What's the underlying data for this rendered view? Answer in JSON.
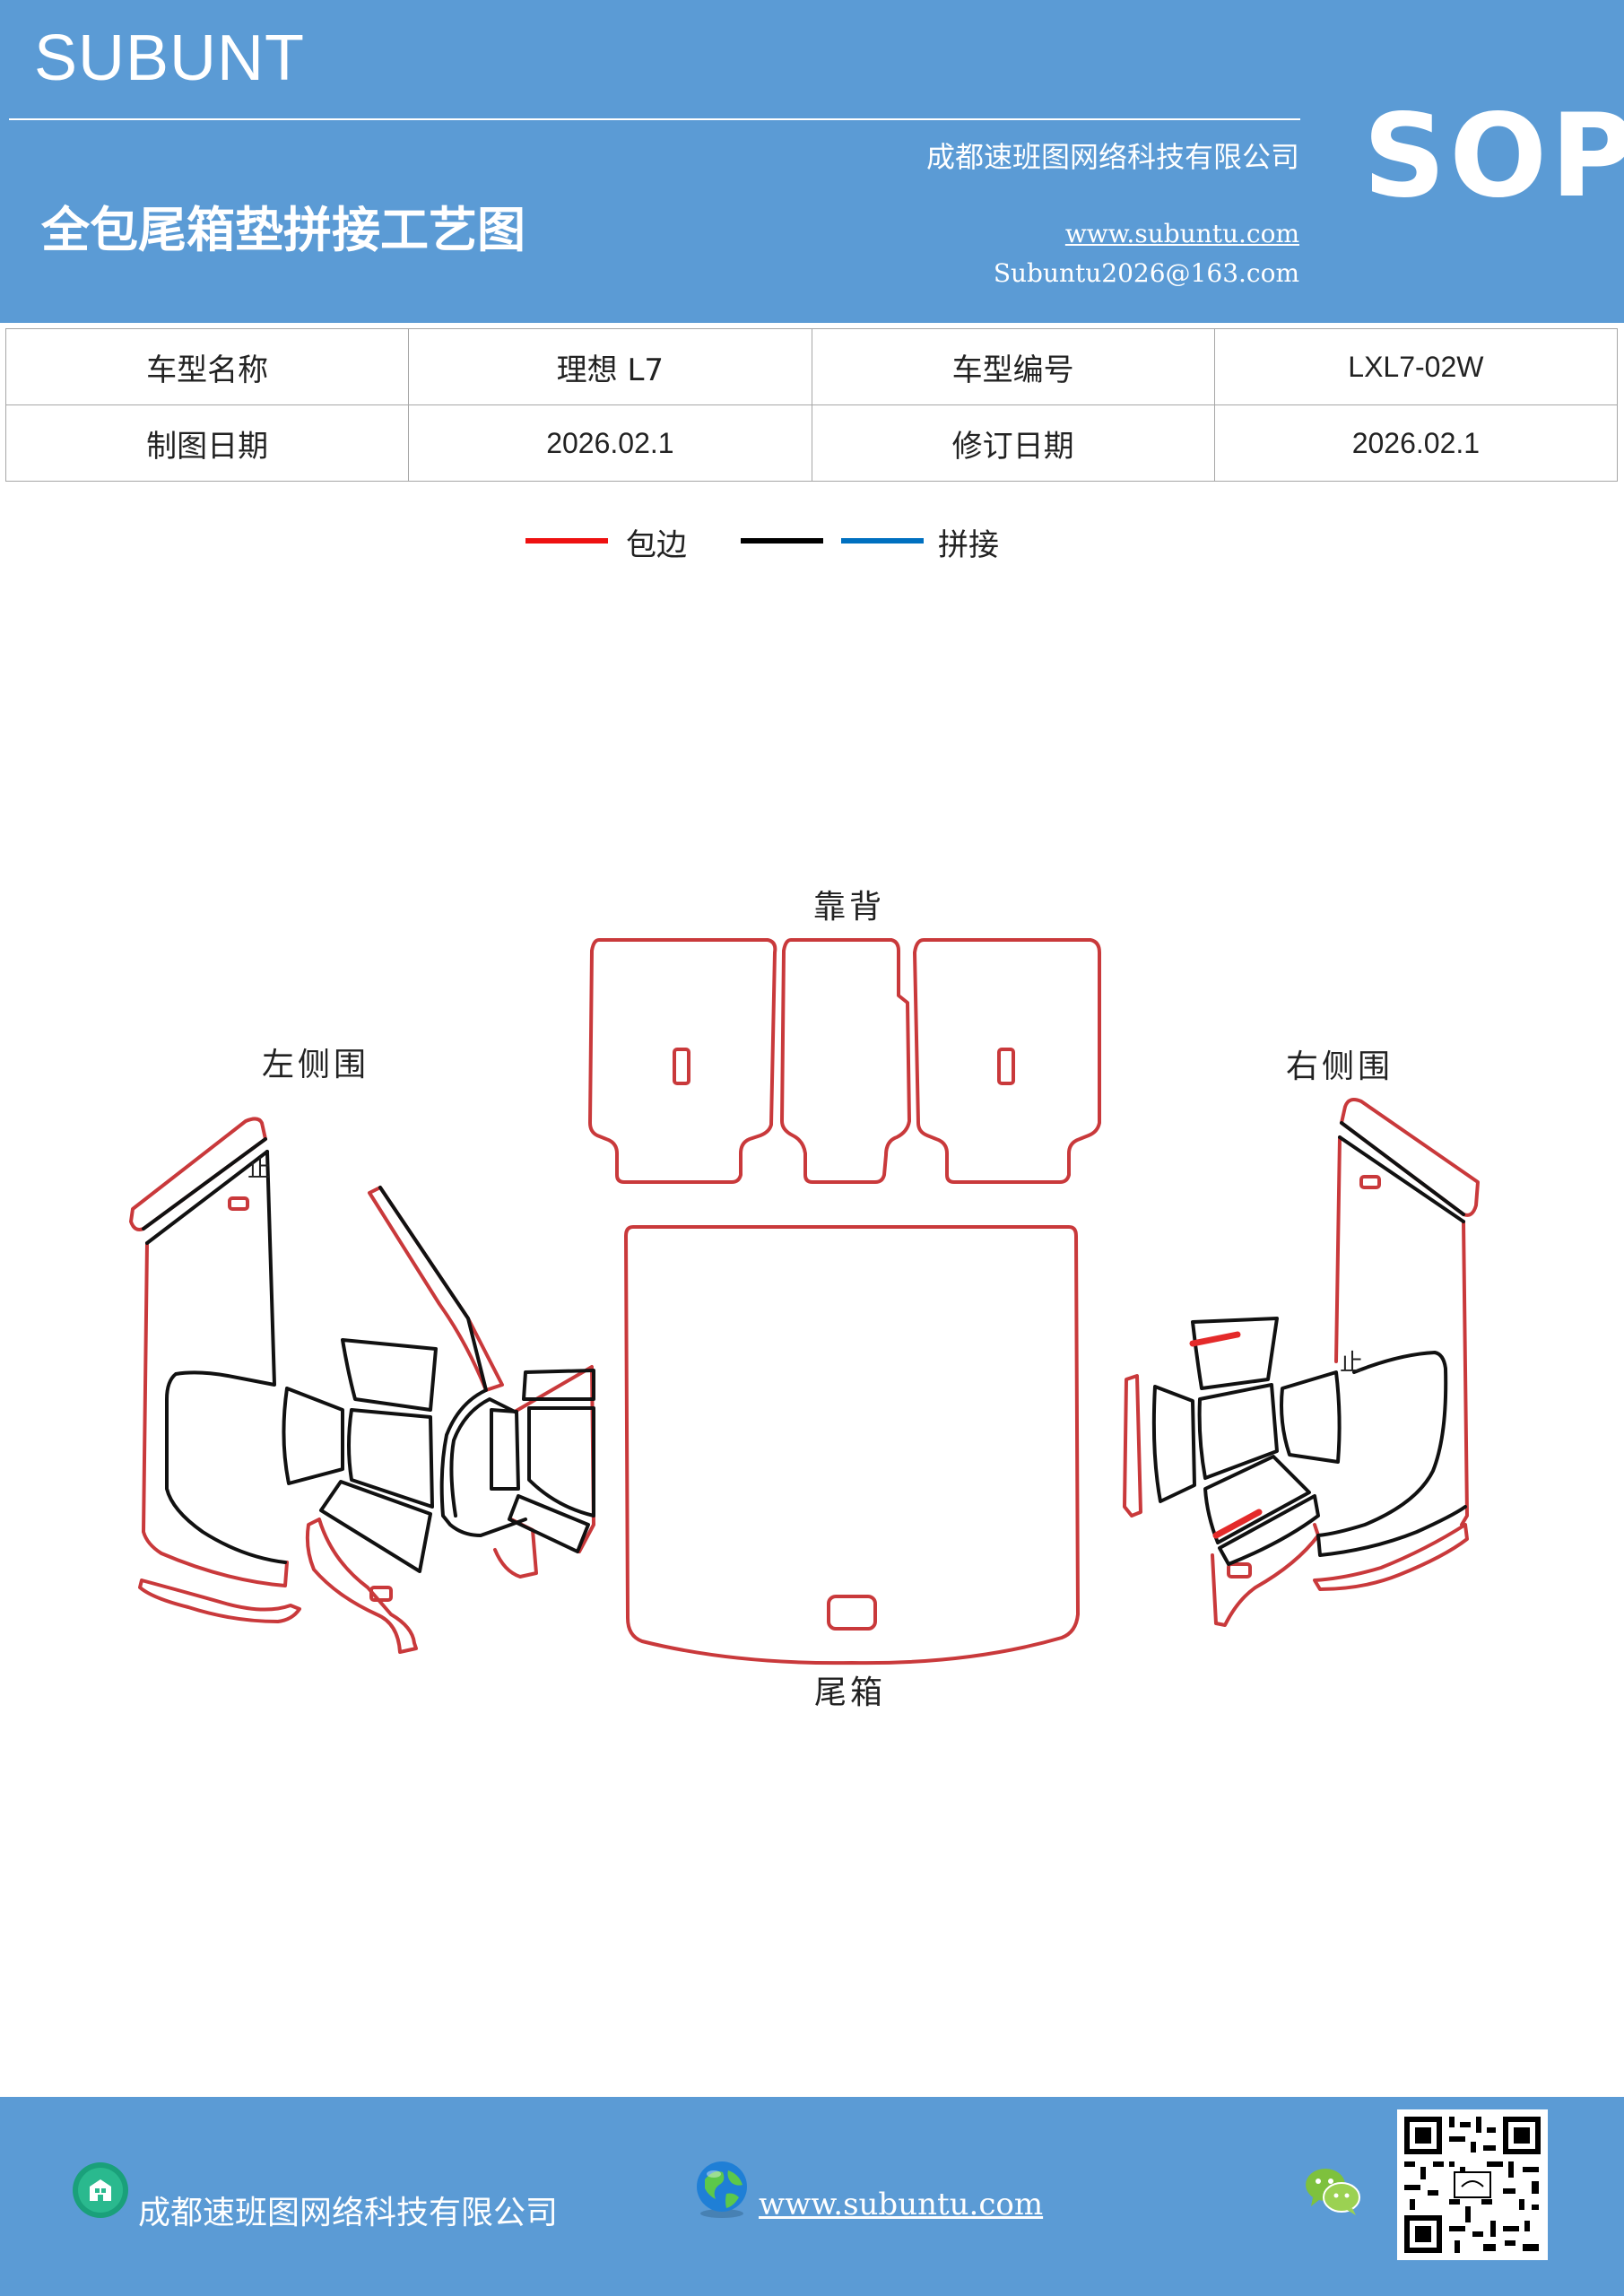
{
  "header": {
    "brand": "SUBUNT",
    "company": "成都速班图网络科技有限公司",
    "title": "全包尾箱垫拼接工艺图",
    "website": "www.subuntu.com",
    "email": "Subuntu2026@163.com",
    "badge": "SOP"
  },
  "info_table": [
    [
      "车型名称",
      "理想 L7",
      "车型编号",
      "LXL7-02W"
    ],
    [
      "制图日期",
      "2026.02.1",
      "修订日期",
      "2026.02.1"
    ]
  ],
  "legend": {
    "items": [
      {
        "color": "#ee1111",
        "label": "包边"
      },
      {
        "color": "#000000",
        "label": ""
      },
      {
        "color": "#0070c0",
        "label": "拼接"
      }
    ]
  },
  "diagram": {
    "labels": {
      "backrest": "靠背",
      "left_side": "左侧围",
      "right_side": "右侧围",
      "trunk": "尾箱",
      "stop_left": "止",
      "stop_right": "止"
    },
    "colors": {
      "edge": "#c9393b",
      "seam": "#111111",
      "highlight": "#e42a2a"
    }
  },
  "footer": {
    "company": "成都速班图网络科技有限公司",
    "website": "www.subuntu.com",
    "icons": [
      "building-icon",
      "globe-icon",
      "wechat-icon",
      "qr-code"
    ]
  }
}
